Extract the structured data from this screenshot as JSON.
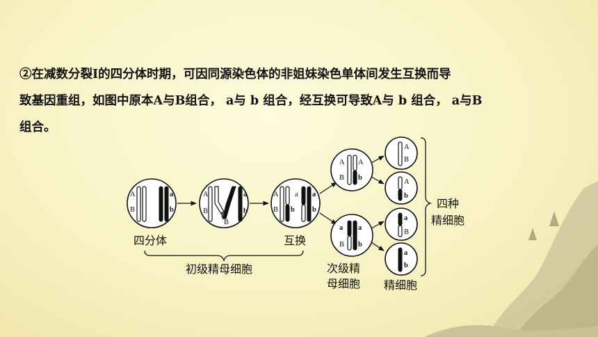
{
  "text": {
    "line1": "②在减数分裂Ⅰ的四分体时期，可因同源染色体的非姐妹染色单体间发生互换而导",
    "line2": "致基因重组，如图中原本A与B组合，  a与 b 组合，经互换可导致A与 b 组合，  a与B",
    "line3": "组合。"
  },
  "diagram": {
    "labels": {
      "tetrad": "四分体",
      "crossover": "互换",
      "primary_spermatocyte": "初级精母细胞",
      "secondary_line1": "次级精",
      "secondary_line2": "母细胞",
      "sperm_cells": "精细胞",
      "four_line1": "四种",
      "four_line2": "精细胞"
    },
    "alleles": {
      "A": "A",
      "a": "a",
      "B": "B",
      "b": "b"
    }
  }
}
